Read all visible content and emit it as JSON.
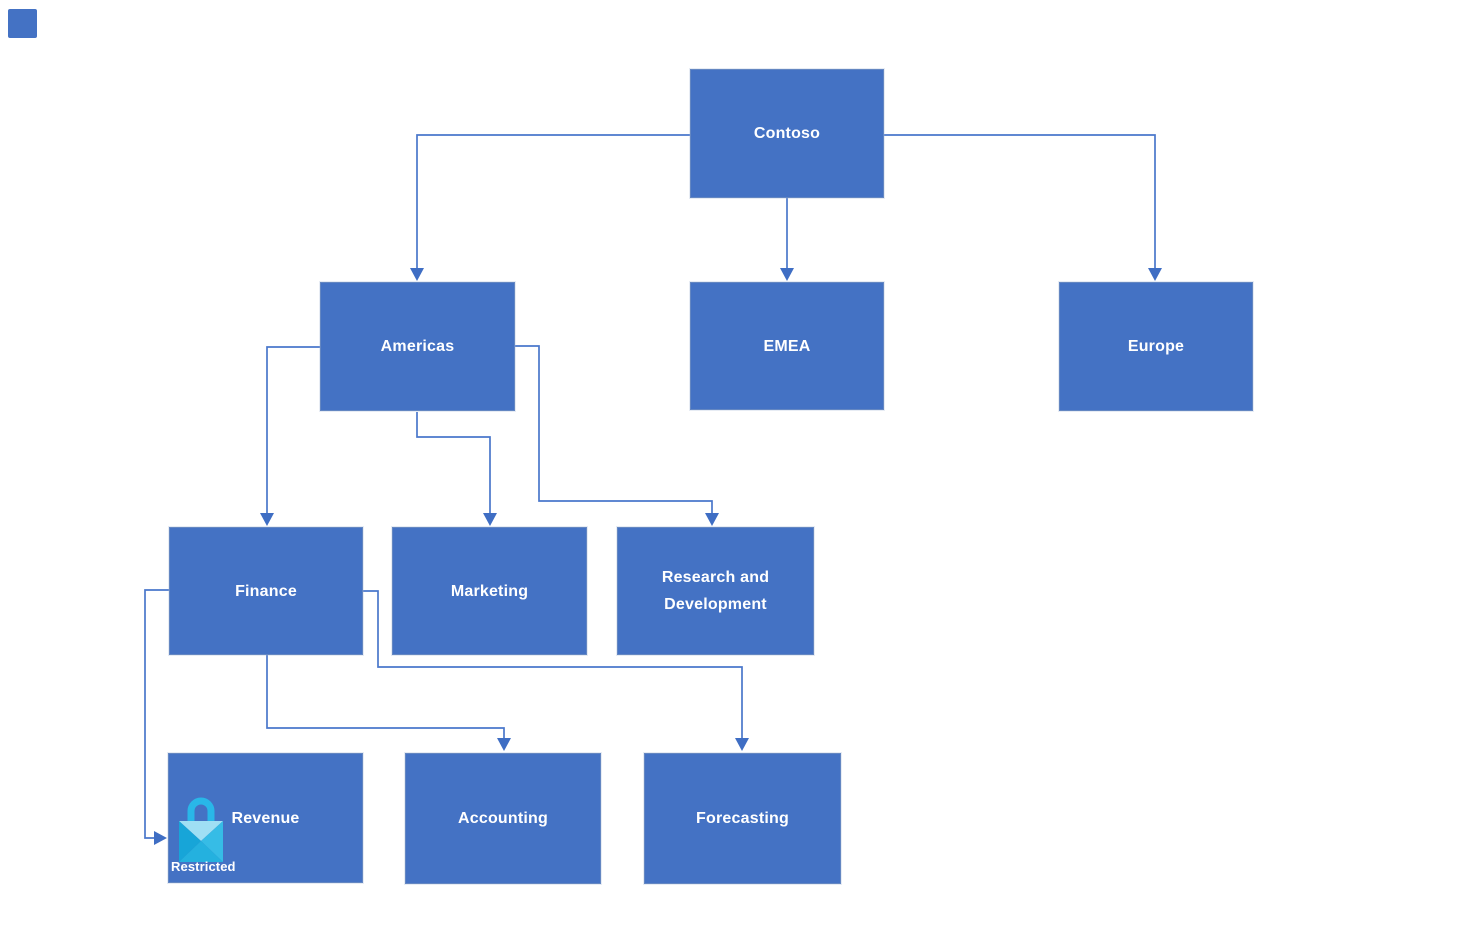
{
  "diagram": {
    "type": "org-chart",
    "nodes": [
      {
        "id": "contoso",
        "label": "Contoso"
      },
      {
        "id": "americas",
        "label": "Americas"
      },
      {
        "id": "emea",
        "label": "EMEA"
      },
      {
        "id": "europe",
        "label": "Europe"
      },
      {
        "id": "finance",
        "label": "Finance"
      },
      {
        "id": "marketing",
        "label": "Marketing"
      },
      {
        "id": "rnd",
        "label": "Research and Development"
      },
      {
        "id": "revenue",
        "label": "Revenue",
        "badge": "Restricted",
        "icon": "lock-icon"
      },
      {
        "id": "accounting",
        "label": "Accounting"
      },
      {
        "id": "forecasting",
        "label": "Forecasting"
      }
    ],
    "edges": [
      {
        "from": "contoso",
        "to": "americas"
      },
      {
        "from": "contoso",
        "to": "emea"
      },
      {
        "from": "contoso",
        "to": "europe"
      },
      {
        "from": "americas",
        "to": "finance"
      },
      {
        "from": "americas",
        "to": "marketing"
      },
      {
        "from": "americas",
        "to": "rnd"
      },
      {
        "from": "finance",
        "to": "revenue"
      },
      {
        "from": "finance",
        "to": "accounting"
      },
      {
        "from": "finance",
        "to": "forecasting"
      }
    ],
    "colors": {
      "canvas_bg": "#ffffff",
      "node_fill": "#4472c4",
      "node_border": "#6487c2",
      "node_text": "#ffffff",
      "connector": "#4a77cb",
      "arrow": "#3f6ec4",
      "lock_shackle": "#29b7e8",
      "lock_top": "#9fdff4",
      "lock_left": "#17a5d8",
      "lock_right": "#36bce6",
      "lock_bottom": "#24b1df"
    }
  }
}
